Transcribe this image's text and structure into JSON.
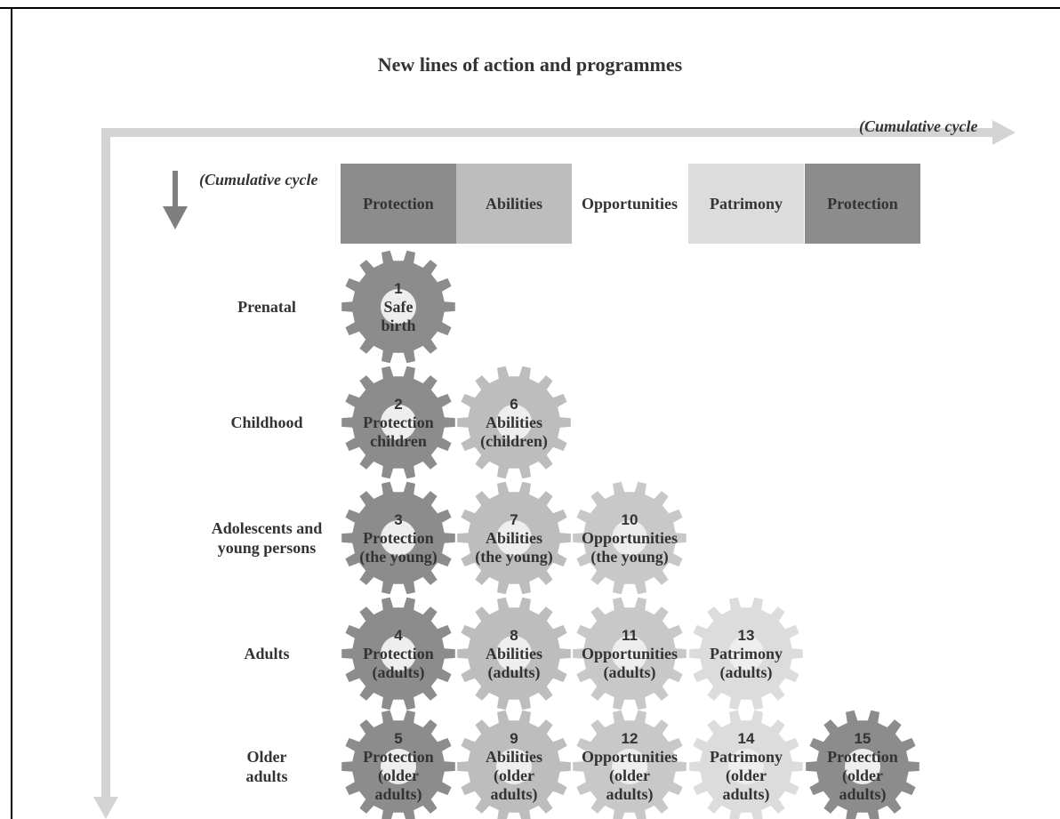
{
  "title": "New lines of action and programmes",
  "cumulative_horizontal": "(Cumulative cycle",
  "cumulative_vertical": "(Cumulative cycle",
  "colors": {
    "protection": "#8c8c8c",
    "abilities": "#bdbdbd",
    "opportunities": "#c8c8c8",
    "patrimony": "#dcdcdc",
    "axis": "#d4d4d4",
    "down_arrow": "#7f7f7f"
  },
  "headers": [
    "Protection",
    "Abilities",
    "Opportunities",
    "Patrimony",
    "Protection"
  ],
  "stages": [
    {
      "lines": [
        "Prenatal"
      ]
    },
    {
      "lines": [
        "Childhood"
      ]
    },
    {
      "lines": [
        "Adolescents and",
        "young persons"
      ]
    },
    {
      "lines": [
        "Adults"
      ]
    },
    {
      "lines": [
        "Older",
        "adults"
      ]
    }
  ],
  "gears": [
    {
      "num": "1",
      "lines": [
        "Safe",
        "birth"
      ]
    },
    {
      "num": "2",
      "lines": [
        "Protection",
        "children"
      ]
    },
    {
      "num": "6",
      "lines": [
        "Abilities",
        "(children)"
      ]
    },
    {
      "num": "3",
      "lines": [
        "Protection",
        "(the young)"
      ]
    },
    {
      "num": "7",
      "lines": [
        "Abilities",
        "(the young)"
      ]
    },
    {
      "num": "10",
      "lines": [
        "Opportunities",
        "(the young)"
      ]
    },
    {
      "num": "4",
      "lines": [
        "Protection",
        "(adults)"
      ]
    },
    {
      "num": "8",
      "lines": [
        "Abilities",
        "(adults)"
      ]
    },
    {
      "num": "11",
      "lines": [
        "Opportunities",
        "(adults)"
      ]
    },
    {
      "num": "13",
      "lines": [
        "Patrimony",
        "(adults)"
      ]
    },
    {
      "num": "5",
      "lines": [
        "Protection",
        "(older",
        "adults)"
      ]
    },
    {
      "num": "9",
      "lines": [
        "Abilities",
        "(older",
        "adults)"
      ]
    },
    {
      "num": "12",
      "lines": [
        "Opportunities",
        "(older",
        "adults)"
      ]
    },
    {
      "num": "14",
      "lines": [
        "Patrimony",
        "(older",
        "adults)"
      ]
    },
    {
      "num": "15",
      "lines": [
        "Protection",
        "(older",
        "adults)"
      ]
    }
  ]
}
